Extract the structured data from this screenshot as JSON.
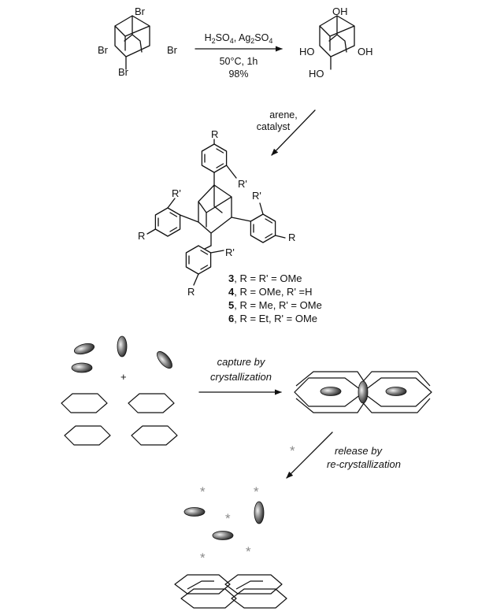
{
  "figure": {
    "step1": {
      "reactant": {
        "substituent": "Br"
      },
      "product": {
        "substituent": "OH",
        "substituent_left": "HO"
      },
      "reagents": {
        "prefix": "H",
        "sub1": "2",
        "mid": "SO",
        "sub2": "4",
        "sep": ", Ag",
        "sub3": "2",
        "mid2": "SO",
        "sub4": "4"
      },
      "temperature_time": "50°C, 1h",
      "yield": "98%"
    },
    "step2": {
      "condition_line1": "arene,",
      "condition_line2": "catalyst"
    },
    "tetraaryl": {
      "label_R": "R",
      "label_Rp": "R'",
      "compounds": [
        {
          "num": "3",
          "desc": ", R = R' = OMe"
        },
        {
          "num": "4",
          "desc": ", R = OMe, R' =H"
        },
        {
          "num": "5",
          "desc": ", R = Me, R' = OMe"
        },
        {
          "num": "6",
          "desc": ", R = Et, R' = OMe"
        }
      ]
    },
    "capture": {
      "plus": "+",
      "label_line1": "capture by",
      "label_line2": "crystallization"
    },
    "release": {
      "label_line1": "release by",
      "label_line2": "re-crystallization",
      "star": "*"
    },
    "colors": {
      "ink": "#111111",
      "star": "#8a8a8a",
      "guest_dark": "#2b2b2b",
      "guest_light": "#f2f2f2"
    }
  }
}
